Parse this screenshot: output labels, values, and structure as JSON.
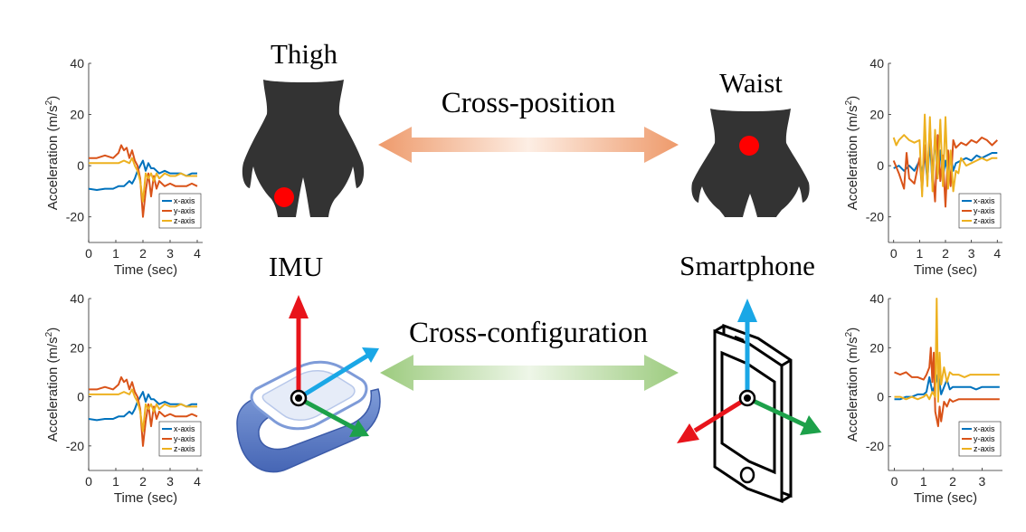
{
  "labels": {
    "thigh": "Thigh",
    "waist": "Waist",
    "imu": "IMU",
    "smartphone": "Smartphone",
    "cross_position": "Cross-position",
    "cross_configuration": "Cross-configuration"
  },
  "colors": {
    "x_axis": "#0072BD",
    "y_axis": "#D95319",
    "z_axis": "#EDB120",
    "sensor_dot": "#FF0000",
    "silhouette": "#333333",
    "arrow_position": "#F2A67A",
    "arrow_configuration": "#A6CF8A",
    "frame_red": "#E8141B",
    "frame_blue": "#1AA7E6",
    "frame_green": "#1DA14A"
  },
  "icons": [
    "thigh-silhouette-icon",
    "waist-silhouette-icon",
    "imu-wristband-icon",
    "smartphone-icon"
  ],
  "chart_data": [
    {
      "type": "line",
      "id": "thigh",
      "xlabel": "Time (sec)",
      "ylabel": "Acceleration (m/s²)",
      "ylabel_base": "Acceleration (m/s",
      "ylabel_sup": "2",
      "ylabel_close": ")",
      "xlim": [
        0,
        4.2
      ],
      "ylim": [
        -30,
        40
      ],
      "xticks": [
        "0",
        "1",
        "2",
        "3",
        "4"
      ],
      "yticks": [
        "-20",
        "0",
        "20",
        "40"
      ],
      "legend_position": "bottom-right",
      "series": [
        {
          "name": "x-axis",
          "x": [
            0,
            0.3,
            0.6,
            0.9,
            1.1,
            1.3,
            1.5,
            1.6,
            1.7,
            1.8,
            1.9,
            2.0,
            2.1,
            2.2,
            2.3,
            2.4,
            2.5,
            2.6,
            2.8,
            3.0,
            3.2,
            3.4,
            3.6,
            3.8,
            4.0
          ],
          "y": [
            -9,
            -9.5,
            -9,
            -9,
            -8,
            -8,
            -6,
            -7,
            -5,
            -2,
            0,
            2,
            -2,
            1,
            -1,
            -1,
            -2,
            -3,
            -2,
            -3,
            -3,
            -3,
            -4,
            -3,
            -3
          ]
        },
        {
          "name": "y-axis",
          "x": [
            0,
            0.3,
            0.6,
            0.9,
            1.1,
            1.2,
            1.3,
            1.4,
            1.5,
            1.6,
            1.7,
            1.8,
            1.9,
            2.0,
            2.1,
            2.2,
            2.3,
            2.4,
            2.5,
            2.6,
            2.8,
            3.0,
            3.2,
            3.4,
            3.6,
            3.8,
            4.0
          ],
          "y": [
            3,
            3,
            4,
            3,
            5,
            8,
            6,
            7,
            3,
            6,
            2,
            0,
            -5,
            -20,
            -10,
            -3,
            -12,
            -4,
            -9,
            -6,
            -8,
            -7,
            -8,
            -8,
            -8,
            -7,
            -8
          ]
        },
        {
          "name": "z-axis",
          "x": [
            0,
            0.3,
            0.6,
            0.9,
            1.1,
            1.3,
            1.5,
            1.6,
            1.7,
            1.8,
            1.9,
            2.0,
            2.1,
            2.2,
            2.3,
            2.4,
            2.5,
            2.6,
            2.8,
            3.0,
            3.2,
            3.4,
            3.6,
            3.8,
            4.0
          ],
          "y": [
            1,
            1,
            1,
            1,
            1,
            2,
            1,
            3,
            0,
            -2,
            -6,
            -14,
            -3,
            -5,
            -3,
            -6,
            -3,
            -5,
            -3,
            -4,
            -4,
            -3,
            -4,
            -4,
            -4
          ]
        }
      ],
      "placement": "top-left"
    },
    {
      "type": "line",
      "id": "imu",
      "xlabel": "Time (sec)",
      "ylabel": "Acceleration (m/s²)",
      "ylabel_base": "Acceleration (m/s",
      "ylabel_sup": "2",
      "ylabel_close": ")",
      "xlim": [
        0,
        4.2
      ],
      "ylim": [
        -30,
        40
      ],
      "xticks": [
        "0",
        "1",
        "2",
        "3",
        "4"
      ],
      "yticks": [
        "-20",
        "0",
        "20",
        "40"
      ],
      "legend_position": "bottom-right",
      "series": [
        {
          "name": "x-axis",
          "x": [
            0,
            0.3,
            0.6,
            0.9,
            1.1,
            1.3,
            1.5,
            1.6,
            1.7,
            1.8,
            1.9,
            2.0,
            2.1,
            2.2,
            2.3,
            2.4,
            2.5,
            2.6,
            2.8,
            3.0,
            3.2,
            3.4,
            3.6,
            3.8,
            4.0
          ],
          "y": [
            -9,
            -9.5,
            -9,
            -9,
            -8,
            -8,
            -6,
            -7,
            -5,
            -2,
            0,
            2,
            -2,
            1,
            -1,
            -1,
            -2,
            -3,
            -2,
            -3,
            -3,
            -3,
            -4,
            -3,
            -3
          ]
        },
        {
          "name": "y-axis",
          "x": [
            0,
            0.3,
            0.6,
            0.9,
            1.1,
            1.2,
            1.3,
            1.4,
            1.5,
            1.6,
            1.7,
            1.8,
            1.9,
            2.0,
            2.1,
            2.2,
            2.3,
            2.4,
            2.5,
            2.6,
            2.8,
            3.0,
            3.2,
            3.4,
            3.6,
            3.8,
            4.0
          ],
          "y": [
            3,
            3,
            4,
            3,
            5,
            8,
            6,
            7,
            3,
            6,
            2,
            0,
            -5,
            -20,
            -10,
            -3,
            -12,
            -4,
            -9,
            -6,
            -8,
            -7,
            -8,
            -8,
            -8,
            -7,
            -8
          ]
        },
        {
          "name": "z-axis",
          "x": [
            0,
            0.3,
            0.6,
            0.9,
            1.1,
            1.3,
            1.5,
            1.6,
            1.7,
            1.8,
            1.9,
            2.0,
            2.1,
            2.2,
            2.3,
            2.4,
            2.5,
            2.6,
            2.8,
            3.0,
            3.2,
            3.4,
            3.6,
            3.8,
            4.0
          ],
          "y": [
            1,
            1,
            1,
            1,
            1,
            2,
            1,
            3,
            0,
            -2,
            -6,
            -14,
            -3,
            -5,
            -3,
            -6,
            -3,
            -5,
            -3,
            -4,
            -4,
            -3,
            -4,
            -4,
            -4
          ]
        }
      ],
      "placement": "bottom-left"
    },
    {
      "type": "line",
      "id": "waist",
      "xlabel": "Time (sec)",
      "ylabel": "Acceleration (m/s²)",
      "ylabel_base": "Acceleration (m/s",
      "ylabel_sup": "2",
      "ylabel_close": ")",
      "xlim": [
        -0.2,
        4.2
      ],
      "ylim": [
        -30,
        40
      ],
      "xticks": [
        "0",
        "1",
        "2",
        "3",
        "4"
      ],
      "yticks": [
        "-20",
        "0",
        "20",
        "40"
      ],
      "legend_position": "bottom-right",
      "series": [
        {
          "name": "x-axis",
          "x": [
            0,
            0.2,
            0.4,
            0.6,
            0.8,
            1.0,
            1.1,
            1.2,
            1.3,
            1.4,
            1.5,
            1.6,
            1.7,
            1.8,
            1.9,
            2.0,
            2.1,
            2.2,
            2.3,
            2.4,
            2.6,
            2.8,
            3.0,
            3.2,
            3.4,
            3.6,
            3.8,
            4.0
          ],
          "y": [
            -1,
            0,
            -2,
            0,
            -2,
            2,
            -3,
            5,
            -6,
            10,
            -8,
            12,
            -4,
            6,
            -5,
            2,
            -3,
            4,
            -2,
            1,
            2,
            3,
            2,
            4,
            3,
            4,
            5,
            5
          ]
        },
        {
          "name": "y-axis",
          "x": [
            0,
            0.2,
            0.4,
            0.5,
            0.6,
            0.8,
            1.0,
            1.1,
            1.2,
            1.3,
            1.4,
            1.5,
            1.6,
            1.7,
            1.8,
            1.9,
            2.0,
            2.1,
            2.2,
            2.3,
            2.4,
            2.6,
            2.8,
            3.0,
            3.2,
            3.4,
            3.6,
            3.8,
            4.0
          ],
          "y": [
            2,
            -3,
            -9,
            5,
            -5,
            -7,
            3,
            -10,
            8,
            -4,
            15,
            -2,
            -14,
            12,
            -6,
            4,
            -16,
            6,
            -8,
            10,
            7,
            9,
            8,
            10,
            9,
            11,
            10,
            8,
            10
          ]
        },
        {
          "name": "z-axis",
          "x": [
            0,
            0.1,
            0.2,
            0.4,
            0.6,
            0.8,
            1.0,
            1.1,
            1.2,
            1.3,
            1.4,
            1.5,
            1.6,
            1.7,
            1.8,
            1.9,
            2.0,
            2.1,
            2.2,
            2.3,
            2.4,
            2.5,
            2.6,
            2.8,
            3.0,
            3.2,
            3.4,
            3.6,
            3.8,
            4.0
          ],
          "y": [
            11,
            8,
            10,
            12,
            10,
            9,
            10,
            -12,
            20,
            -8,
            19,
            -10,
            14,
            -5,
            18,
            -8,
            19,
            -9,
            6,
            -10,
            -2,
            -3,
            3,
            0,
            1,
            2,
            3,
            2,
            3,
            3
          ]
        }
      ],
      "placement": "top-right"
    },
    {
      "type": "line",
      "id": "smartphone",
      "xlabel": "Time (sec)",
      "ylabel": "Acceleration (m/s²)",
      "ylabel_base": "Acceleration (m/s",
      "ylabel_sup": "2",
      "ylabel_close": ")",
      "xlim": [
        -0.2,
        3.7
      ],
      "ylim": [
        -30,
        40
      ],
      "xticks": [
        "0",
        "1",
        "2",
        "3"
      ],
      "yticks": [
        "-20",
        "0",
        "20",
        "40"
      ],
      "legend_position": "bottom-right",
      "series": [
        {
          "name": "x-axis",
          "x": [
            0,
            0.2,
            0.4,
            0.6,
            0.8,
            1.0,
            1.1,
            1.2,
            1.3,
            1.4,
            1.5,
            1.6,
            1.7,
            1.8,
            1.9,
            2.0,
            2.2,
            2.4,
            2.6,
            2.8,
            3.0,
            3.2,
            3.4,
            3.6
          ],
          "y": [
            -1,
            -1,
            0,
            0,
            1,
            1,
            2,
            8,
            2,
            5,
            10,
            1,
            4,
            7,
            3,
            4,
            4,
            4,
            4,
            3,
            4,
            4,
            4,
            4
          ]
        },
        {
          "name": "y-axis",
          "x": [
            0,
            0.2,
            0.4,
            0.6,
            0.8,
            1.0,
            1.1,
            1.2,
            1.25,
            1.3,
            1.35,
            1.4,
            1.5,
            1.55,
            1.6,
            1.7,
            1.8,
            1.9,
            2.0,
            2.2,
            2.4,
            2.6,
            2.8,
            3.0,
            3.2,
            3.4,
            3.6
          ],
          "y": [
            10,
            9,
            10,
            8,
            8,
            7,
            9,
            12,
            20,
            6,
            18,
            -6,
            -12,
            -4,
            -10,
            -2,
            -4,
            -1,
            -2,
            -1,
            -1,
            -1,
            -1,
            -1,
            -1,
            -1,
            -1
          ]
        },
        {
          "name": "z-axis",
          "x": [
            0,
            0.2,
            0.4,
            0.6,
            0.8,
            1.0,
            1.1,
            1.2,
            1.3,
            1.4,
            1.45,
            1.5,
            1.55,
            1.6,
            1.7,
            1.8,
            1.9,
            2.0,
            2.2,
            2.4,
            2.6,
            2.8,
            3.0,
            3.2,
            3.4,
            3.6
          ],
          "y": [
            0,
            0,
            -1,
            0,
            -1,
            0,
            1,
            -1,
            2,
            0,
            40,
            -2,
            18,
            5,
            12,
            6,
            10,
            9,
            9,
            8,
            9,
            9,
            9,
            9,
            9,
            9
          ]
        }
      ],
      "placement": "bottom-right"
    }
  ]
}
